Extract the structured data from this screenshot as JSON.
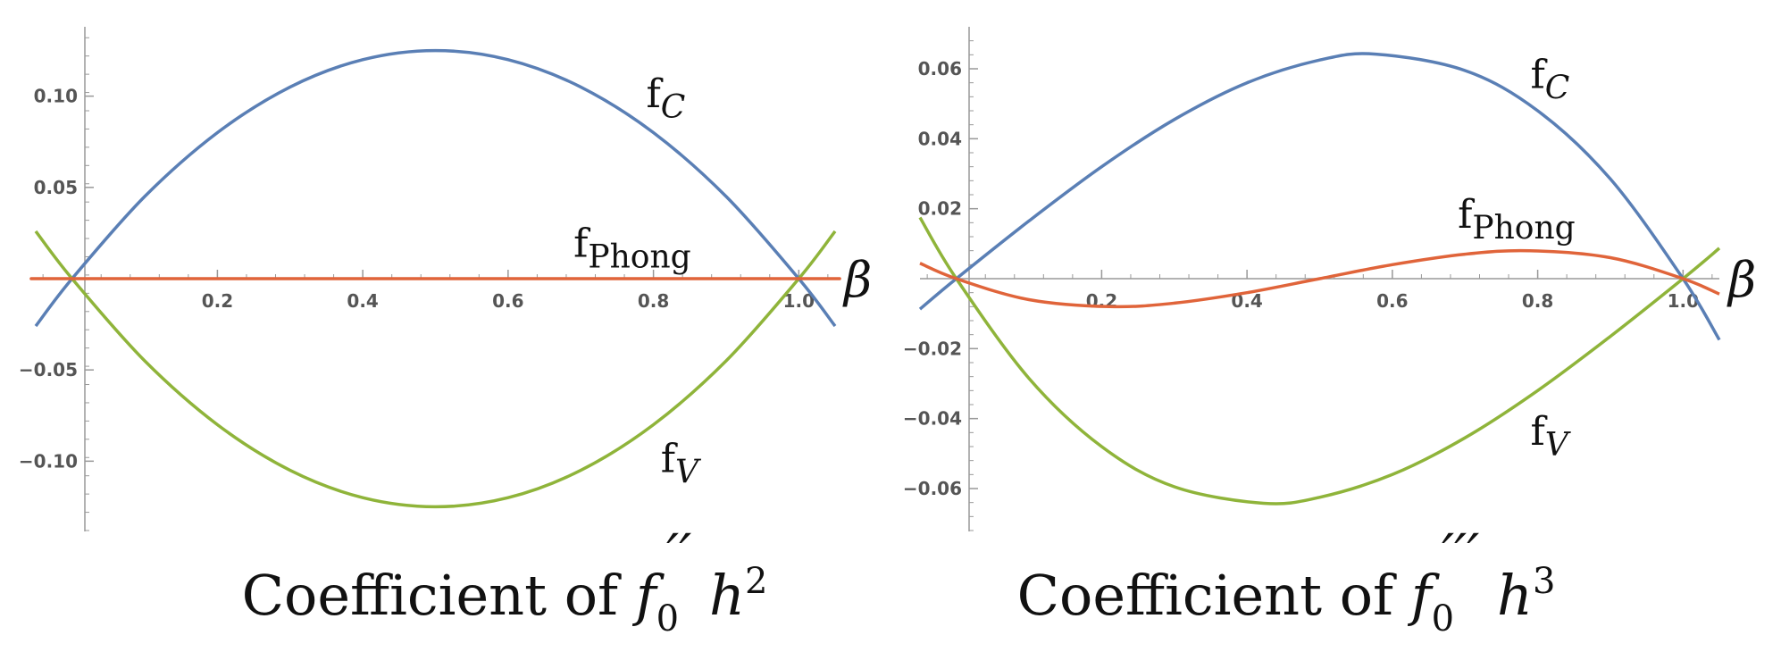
{
  "chart_data": [
    {
      "type": "line",
      "caption": {
        "prefix": "Coefficient of ",
        "f": "f",
        "sub": "0",
        "primes": "′′",
        "h": "h",
        "power": "2"
      },
      "xlabel": "β",
      "xlim": [
        -0.05,
        1.05
      ],
      "ylim": [
        -0.138,
        0.138
      ],
      "x_ticks": [
        0.2,
        0.4,
        0.6,
        0.8,
        1.0
      ],
      "x_tick_labels": [
        "0.2",
        "0.4",
        "0.6",
        "0.8",
        "1.0"
      ],
      "y_ticks": [
        0.1,
        0.05,
        -0.05,
        -0.1
      ],
      "y_tick_labels": [
        "0.10",
        "0.05",
        "−0.05",
        "−0.10"
      ],
      "series": [
        {
          "name": "fC",
          "base": "f",
          "sub": "C",
          "color": "#5a7fb5",
          "x": [
            -0.05,
            0.0,
            0.1,
            0.2,
            0.3,
            0.4,
            0.5,
            0.6,
            0.7,
            0.8,
            0.9,
            1.0,
            1.05
          ],
          "y": [
            -0.026,
            0.0,
            0.045,
            0.08,
            0.105,
            0.12,
            0.125,
            0.12,
            0.105,
            0.08,
            0.045,
            0.0,
            -0.026
          ]
        },
        {
          "name": "fV",
          "base": "f",
          "sub": "V",
          "color": "#8fb43a",
          "x": [
            -0.05,
            0.0,
            0.1,
            0.2,
            0.3,
            0.4,
            0.5,
            0.6,
            0.7,
            0.8,
            0.9,
            1.0,
            1.05
          ],
          "y": [
            0.026,
            0.0,
            -0.045,
            -0.08,
            -0.105,
            -0.12,
            -0.125,
            -0.12,
            -0.105,
            -0.08,
            -0.045,
            0.0,
            0.026
          ]
        },
        {
          "name": "fPhong",
          "base": "f",
          "sub": "Phong",
          "color": "#e0643a",
          "x": [
            -0.05,
            0.0,
            0.5,
            1.0,
            1.05
          ],
          "y": [
            0.0,
            0.0,
            0.0,
            0.0,
            0.0
          ]
        }
      ],
      "annotations": [
        {
          "series": "fC",
          "x": 0.79,
          "y": 0.094
        },
        {
          "series": "fPhong",
          "x": 0.69,
          "y": 0.012
        },
        {
          "series": "fV",
          "x": 0.81,
          "y": -0.106
        }
      ]
    },
    {
      "type": "line",
      "caption": {
        "prefix": "Coefficient of ",
        "f": "f",
        "sub": "0",
        "primes": "′′′",
        "h": "h",
        "power": "3"
      },
      "xlabel": "β",
      "xlim": [
        -0.05,
        1.05
      ],
      "ylim": [
        -0.072,
        0.072
      ],
      "x_ticks": [
        0.2,
        0.4,
        0.6,
        0.8,
        1.0
      ],
      "x_tick_labels": [
        "0.2",
        "0.4",
        "0.6",
        "0.8",
        "1.0"
      ],
      "y_ticks": [
        0.06,
        0.04,
        0.02,
        -0.02,
        -0.04,
        -0.06
      ],
      "y_tick_labels": [
        "0.06",
        "0.04",
        "0.02",
        "−0.02",
        "−0.04",
        "−0.06"
      ],
      "series": [
        {
          "name": "fC",
          "base": "f",
          "sub": "C",
          "color": "#5a7fb5",
          "x": [
            -0.05,
            0.0,
            0.1,
            0.2,
            0.3,
            0.4,
            0.5,
            0.577,
            0.7,
            0.8,
            0.9,
            1.0,
            1.05
          ],
          "y": [
            -0.0087,
            0.0,
            0.0165,
            0.032,
            0.0455,
            0.056,
            0.0625,
            0.0642,
            0.0595,
            0.048,
            0.0285,
            0.0,
            -0.0175
          ]
        },
        {
          "name": "fV",
          "base": "f",
          "sub": "V",
          "color": "#8fb43a",
          "x": [
            -0.05,
            0.0,
            0.1,
            0.2,
            0.3,
            0.423,
            0.5,
            0.6,
            0.7,
            0.8,
            0.9,
            1.0,
            1.05
          ],
          "y": [
            0.0175,
            0.0,
            -0.0285,
            -0.048,
            -0.0595,
            -0.0642,
            -0.0625,
            -0.056,
            -0.0455,
            -0.032,
            -0.0165,
            0.0,
            0.0087
          ]
        },
        {
          "name": "fPhong",
          "base": "f",
          "sub": "Phong",
          "color": "#e0643a",
          "x": [
            -0.05,
            0.0,
            0.1,
            0.211,
            0.3,
            0.4,
            0.5,
            0.6,
            0.7,
            0.789,
            0.9,
            1.0,
            1.05
          ],
          "y": [
            0.0044,
            0.0,
            -0.006,
            -0.008,
            -0.007,
            -0.004,
            0.0,
            0.004,
            0.007,
            0.008,
            0.006,
            0.0,
            -0.0044
          ]
        }
      ],
      "annotations": [
        {
          "series": "fC",
          "x": 0.79,
          "y": 0.0545
        },
        {
          "series": "fPhong",
          "x": 0.69,
          "y": 0.0145
        },
        {
          "series": "fV",
          "x": 0.79,
          "y": -0.0475
        }
      ]
    }
  ]
}
